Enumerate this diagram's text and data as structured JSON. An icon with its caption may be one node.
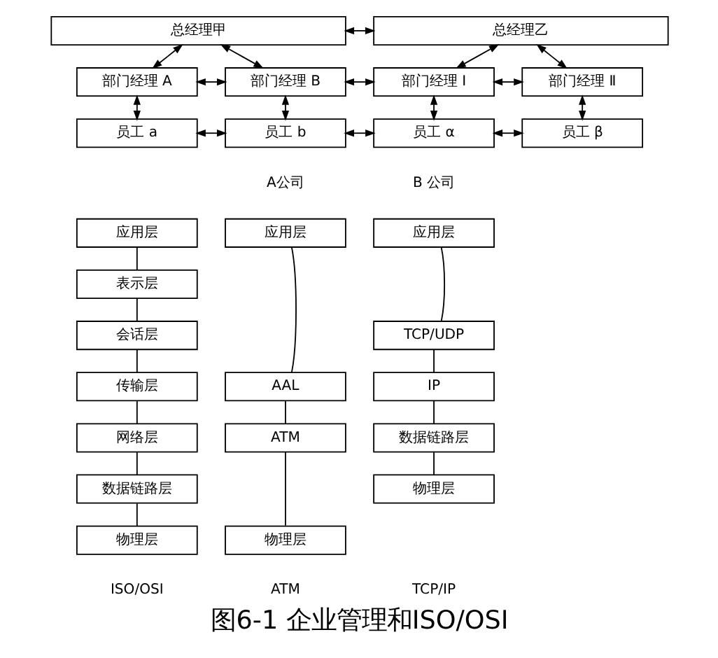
{
  "diagram": {
    "caption": "图6-1 企业管理和ISO/OSI",
    "nodes": [
      {
        "text": [
          "总经理甲"
        ]
      },
      {
        "text": [
          "总经理乙"
        ]
      },
      {
        "text": [
          "部门经理 A"
        ]
      },
      {
        "text": [
          "部门经理 B"
        ]
      },
      {
        "text": [
          "部门经理 Ⅰ"
        ]
      },
      {
        "text": [
          "部门经理 Ⅱ"
        ]
      },
      {
        "text": [
          "员工 a"
        ]
      },
      {
        "text": [
          "员工 b"
        ]
      },
      {
        "text": [
          "员工 α"
        ]
      },
      {
        "text": [
          "员工 β"
        ]
      },
      {
        "text": [
          "应用层"
        ]
      },
      {
        "text": [
          "表示层"
        ]
      },
      {
        "text": [
          "会话层"
        ]
      },
      {
        "text": [
          "传输层"
        ]
      },
      {
        "text": [
          "网络层"
        ]
      },
      {
        "text": [
          "数据链路层"
        ]
      },
      {
        "text": [
          "物理层"
        ]
      },
      {
        "text": [
          "应用层"
        ]
      },
      {
        "text": [
          "AAL"
        ]
      },
      {
        "text": [
          "ATM"
        ]
      },
      {
        "text": [
          "物理层"
        ]
      },
      {
        "text": [
          "应用层"
        ]
      },
      {
        "text": [
          "TCP/UDP"
        ]
      },
      {
        "text": [
          "IP"
        ]
      },
      {
        "text": [
          "数据链路层"
        ]
      },
      {
        "text": [
          "物理层"
        ]
      }
    ],
    "edges": [
      {
        "from": 0,
        "to": 1,
        "arrow": "both"
      },
      {
        "from": 0,
        "to": 2,
        "arrow": "both"
      },
      {
        "from": 0,
        "to": 3,
        "arrow": "both"
      },
      {
        "from": 1,
        "to": 4,
        "arrow": "both"
      },
      {
        "from": 1,
        "to": 5,
        "arrow": "both"
      },
      {
        "from": 2,
        "to": 3,
        "arrow": "both"
      },
      {
        "from": 3,
        "to": 4,
        "arrow": "both"
      },
      {
        "from": 4,
        "to": 5,
        "arrow": "both"
      },
      {
        "from": 2,
        "to": 6,
        "arrow": "both"
      },
      {
        "from": 3,
        "to": 7,
        "arrow": "both"
      },
      {
        "from": 4,
        "to": 8,
        "arrow": "both"
      },
      {
        "from": 5,
        "to": 9,
        "arrow": "both"
      },
      {
        "from": 6,
        "to": 7,
        "arrow": "both"
      },
      {
        "from": 7,
        "to": 8,
        "arrow": "both"
      },
      {
        "from": 8,
        "to": 9,
        "arrow": "both"
      },
      {
        "from": 10,
        "to": 11,
        "arrow": "none"
      },
      {
        "from": 11,
        "to": 12,
        "arrow": "none"
      },
      {
        "from": 12,
        "to": 13,
        "arrow": "none"
      },
      {
        "from": 13,
        "to": 14,
        "arrow": "none"
      },
      {
        "from": 14,
        "to": 15,
        "arrow": "none"
      },
      {
        "from": 15,
        "to": 16,
        "arrow": "none"
      },
      {
        "from": 17,
        "to": 18,
        "arrow": "none"
      },
      {
        "from": 18,
        "to": 19,
        "arrow": "none"
      },
      {
        "from": 19,
        "to": 20,
        "arrow": "none"
      },
      {
        "from": 21,
        "to": 22,
        "arrow": "none"
      },
      {
        "from": 22,
        "to": 23,
        "arrow": "none"
      },
      {
        "from": 23,
        "to": 24,
        "arrow": "none"
      },
      {
        "from": 24,
        "to": 25,
        "arrow": "none"
      }
    ],
    "labels": [
      "A公司",
      "B 公司",
      "ISO/OSI",
      "ATM",
      "TCP/IP"
    ]
  }
}
